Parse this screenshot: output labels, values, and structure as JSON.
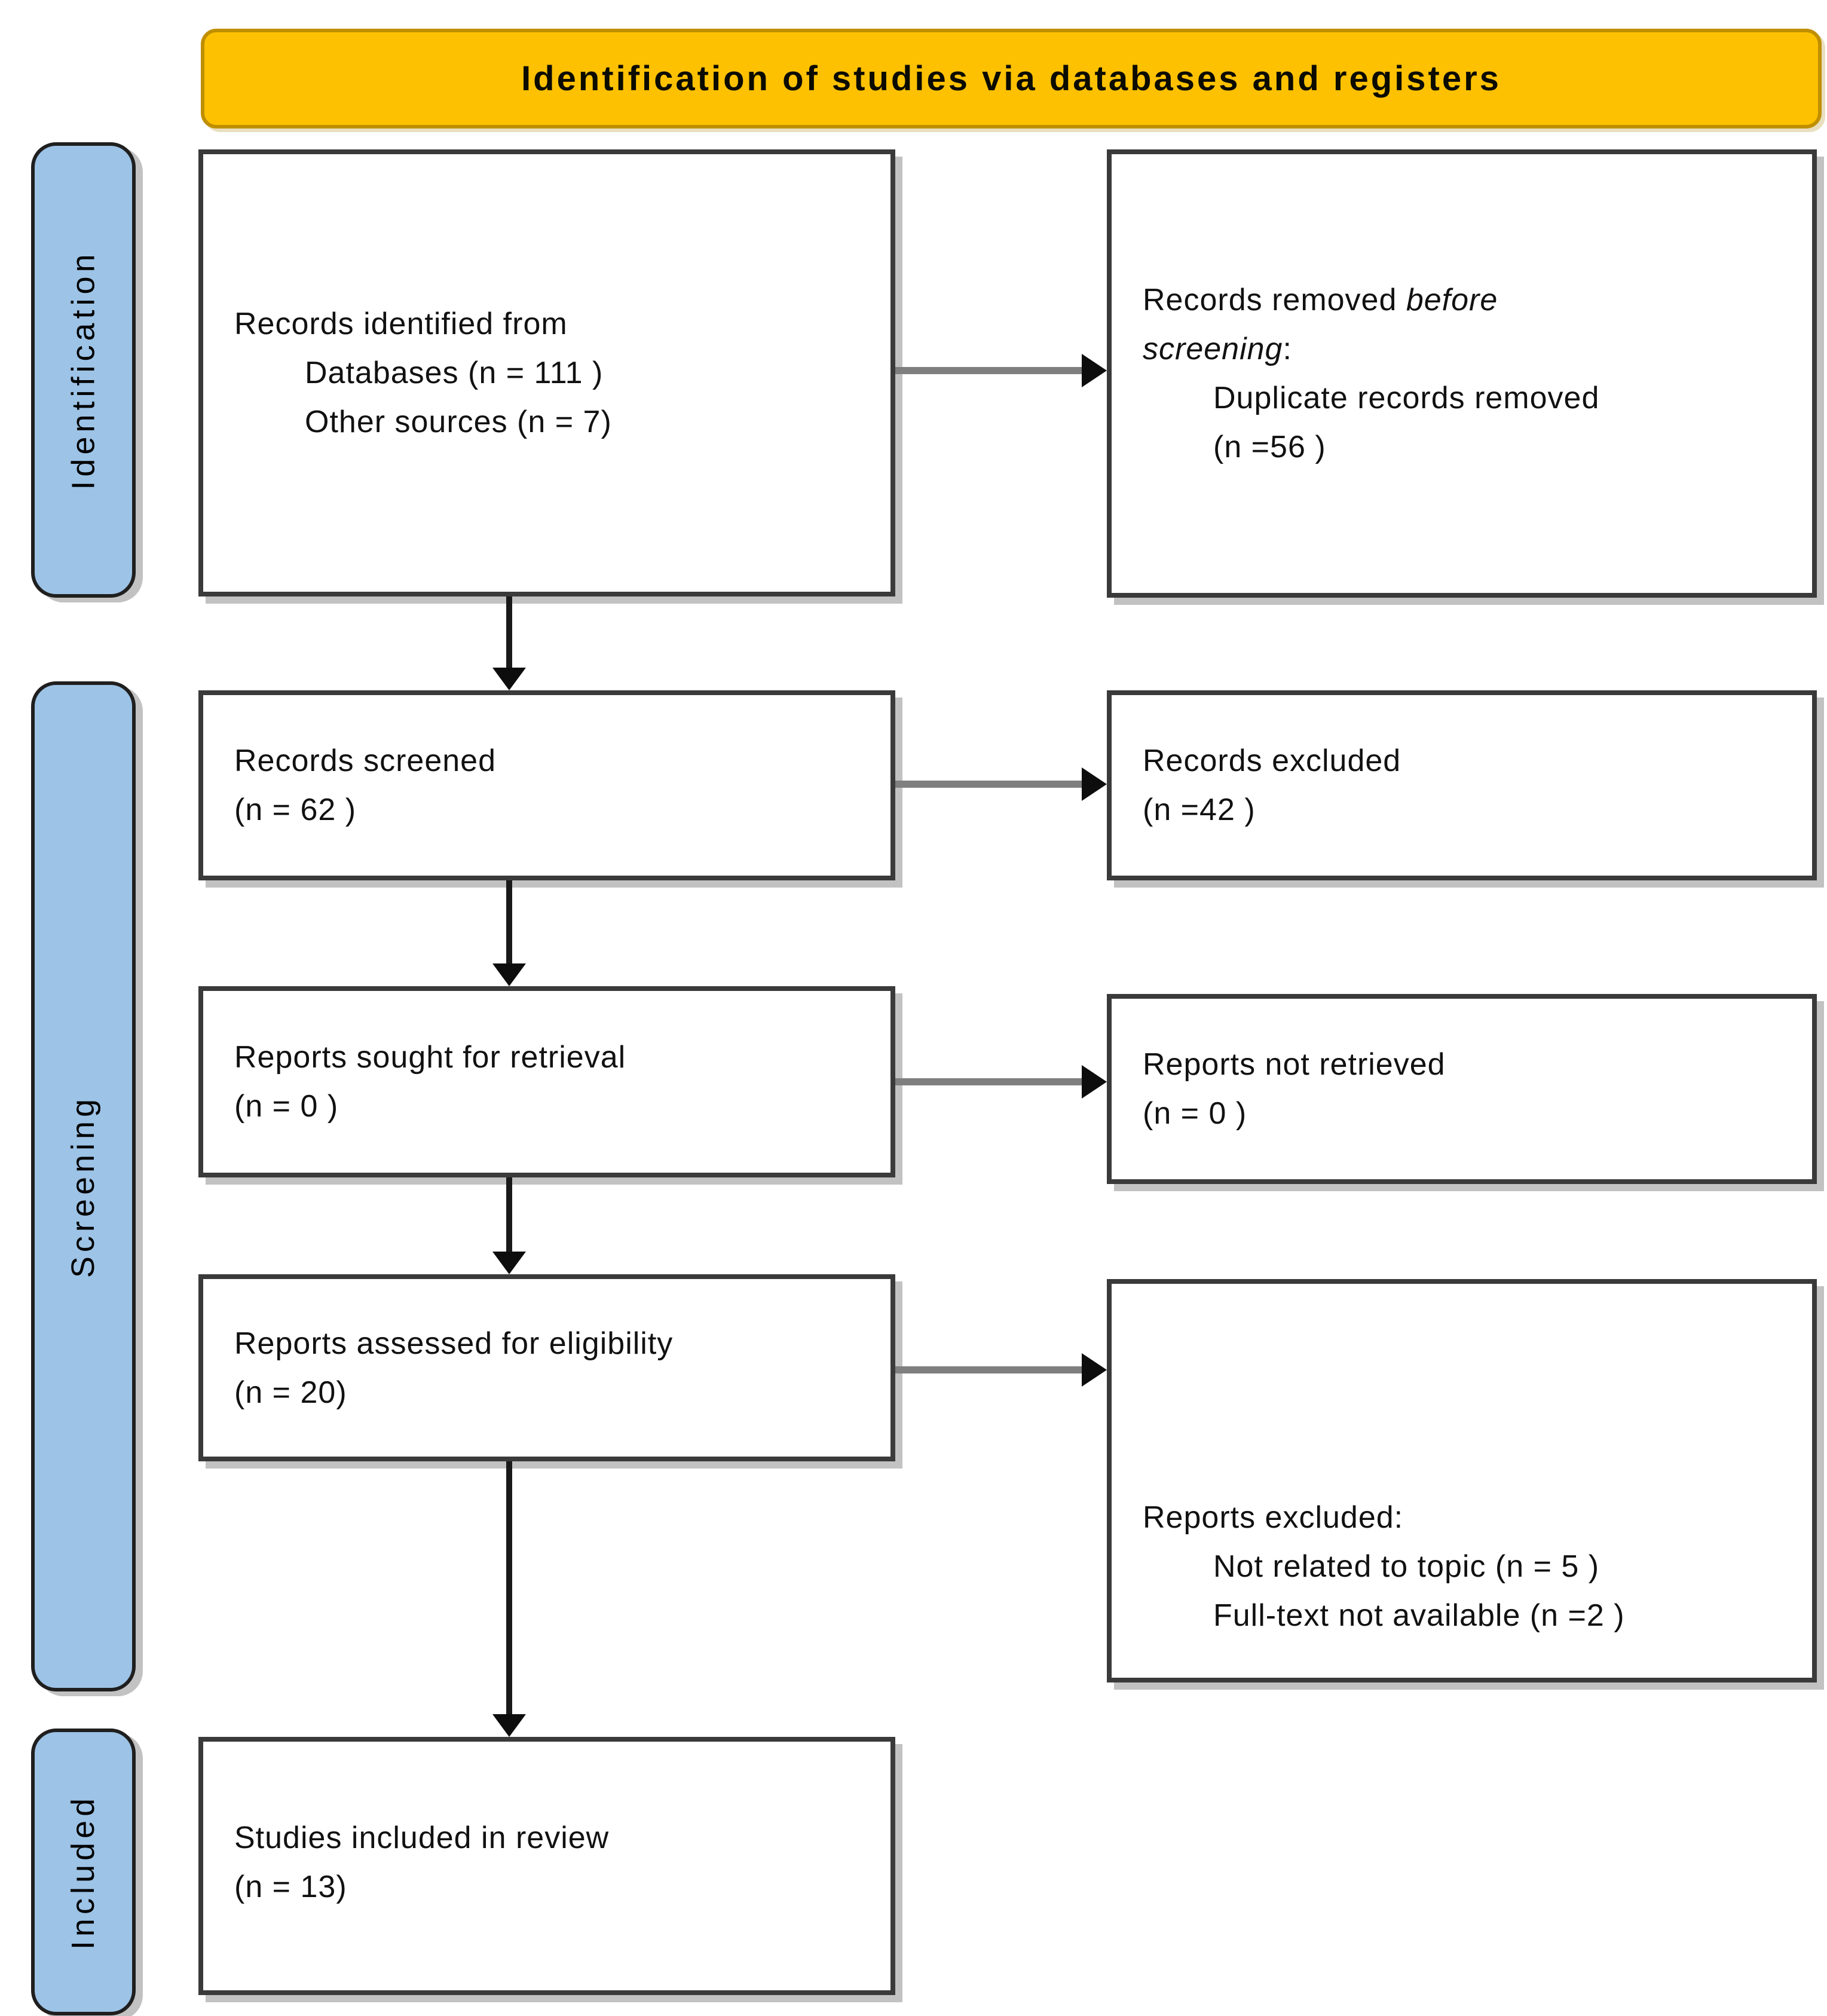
{
  "banner": {
    "title": "Identification of studies via databases and registers"
  },
  "stages": [
    {
      "id": "identification",
      "label": "Identification"
    },
    {
      "id": "screening",
      "label": "Screening"
    },
    {
      "id": "included",
      "label": "Included"
    }
  ],
  "boxes": [
    {
      "id": "records-identified",
      "lines": [
        {
          "segments": [
            {
              "t": "Records identified from"
            }
          ]
        },
        {
          "indent": true,
          "segments": [
            {
              "t": "Databases (n = 111 )"
            }
          ]
        },
        {
          "indent": true,
          "segments": [
            {
              "t": "Other sources (n = 7)"
            }
          ]
        }
      ]
    },
    {
      "id": "records-removed",
      "lines": [
        {
          "segments": [
            {
              "t": "Records removed "
            },
            {
              "t": "before",
              "italic": true
            }
          ]
        },
        {
          "segments": [
            {
              "t": "screening",
              "italic": true
            },
            {
              "t": ":"
            }
          ]
        },
        {
          "indent": true,
          "segments": [
            {
              "t": "Duplicate records removed"
            }
          ]
        },
        {
          "indent": true,
          "segments": [
            {
              "t": "(n =56 )"
            }
          ]
        }
      ]
    },
    {
      "id": "records-screened",
      "lines": [
        {
          "segments": [
            {
              "t": "Records screened"
            }
          ]
        },
        {
          "segments": [
            {
              "t": "(n = 62 )"
            }
          ]
        }
      ]
    },
    {
      "id": "records-excluded",
      "lines": [
        {
          "segments": [
            {
              "t": "Records excluded"
            }
          ]
        },
        {
          "segments": [
            {
              "t": "(n =42 )"
            }
          ]
        }
      ]
    },
    {
      "id": "reports-sought",
      "lines": [
        {
          "segments": [
            {
              "t": "Reports sought for retrieval"
            }
          ]
        },
        {
          "segments": [
            {
              "t": "(n = 0 )"
            }
          ]
        }
      ]
    },
    {
      "id": "reports-not-retrieved",
      "lines": [
        {
          "segments": [
            {
              "t": "Reports not retrieved"
            }
          ]
        },
        {
          "segments": [
            {
              "t": "(n = 0 )"
            }
          ]
        }
      ]
    },
    {
      "id": "reports-assessed",
      "lines": [
        {
          "segments": [
            {
              "t": "Reports assessed for eligibility"
            }
          ]
        },
        {
          "segments": [
            {
              "t": "(n = 20)"
            }
          ]
        }
      ]
    },
    {
      "id": "reports-excluded",
      "lines": [
        {
          "segments": [
            {
              "t": "Reports excluded:"
            }
          ]
        },
        {
          "indent": true,
          "segments": [
            {
              "t": "Not related to topic (n = 5 )"
            }
          ]
        },
        {
          "indent": true,
          "segments": [
            {
              "t": "Full-text not available (n =2 )"
            }
          ]
        }
      ]
    },
    {
      "id": "studies-included",
      "lines": [
        {
          "segments": [
            {
              "t": "Studies included in review"
            }
          ]
        },
        {
          "segments": [
            {
              "t": "(n = 13)"
            }
          ]
        }
      ]
    }
  ],
  "colors": {
    "banner_bg": "#FDC101",
    "banner_border": "#BF8F00",
    "stage_bg": "#9DC3E6",
    "box_border": "#3A3A3A",
    "arrow_shaft": "#7F7F7F",
    "arrow_head": "#0D0D0D"
  }
}
